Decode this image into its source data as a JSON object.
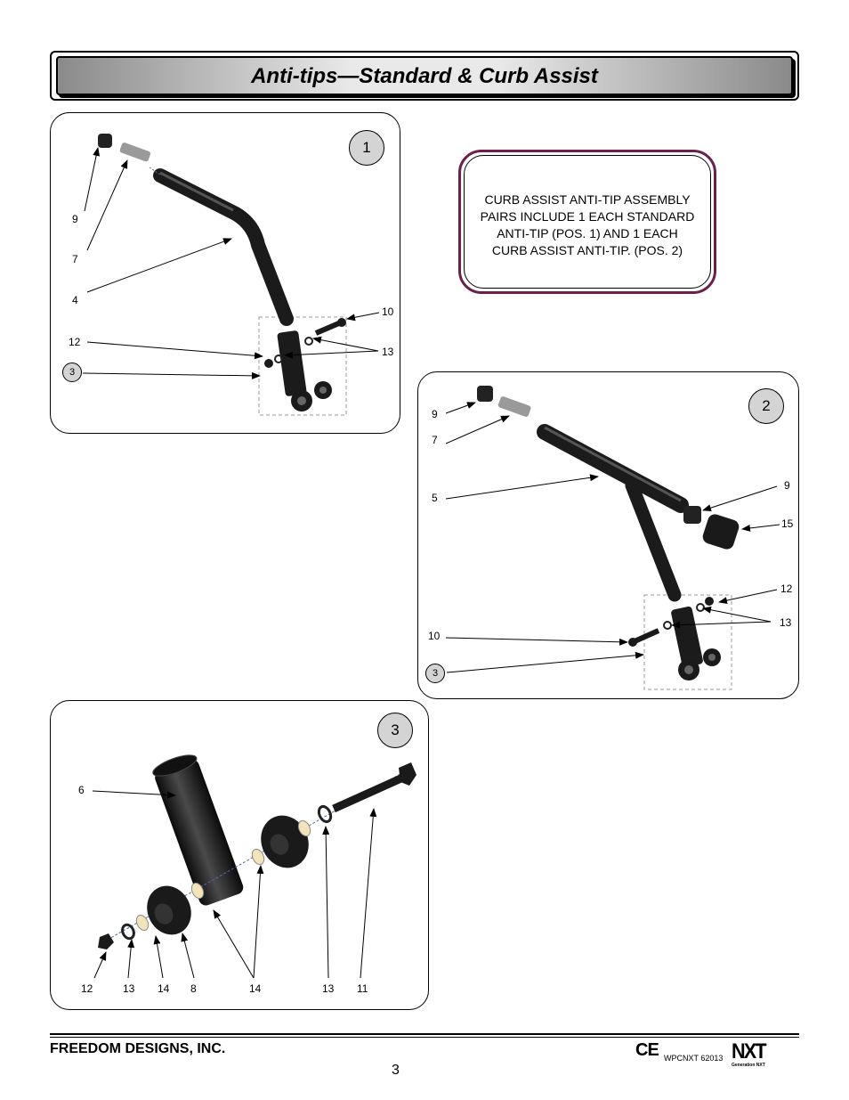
{
  "header": {
    "title": "Anti-tips—Standard & Curb Assist"
  },
  "note": {
    "lines": [
      "CURB ASSIST ANTI-TIP ASSEMBLY",
      "PAIRS INCLUDE 1 EACH STANDARD",
      "ANTI-TIP (POS. 1) AND 1 EACH",
      "CURB ASSIST ANTI-TIP. (POS. 2)"
    ]
  },
  "panel1": {
    "position": "1",
    "callouts": [
      "9",
      "7",
      "4",
      "12",
      "10",
      "13"
    ],
    "detail_ref": "3"
  },
  "panel2": {
    "position": "2",
    "callouts": [
      "9",
      "7",
      "5",
      "9",
      "15",
      "12",
      "13",
      "10"
    ],
    "detail_ref": "3"
  },
  "panel3": {
    "position": "3",
    "callouts": [
      "6",
      "12",
      "13",
      "14",
      "8",
      "14",
      "13",
      "11"
    ]
  },
  "footer": {
    "company": "FREEDOM DESIGNS, INC.",
    "page": "3",
    "ce_mark": "CE",
    "doc_code": "WPCNXT 62013",
    "brand": "NXT",
    "brand_sub": "Generation NXT"
  }
}
